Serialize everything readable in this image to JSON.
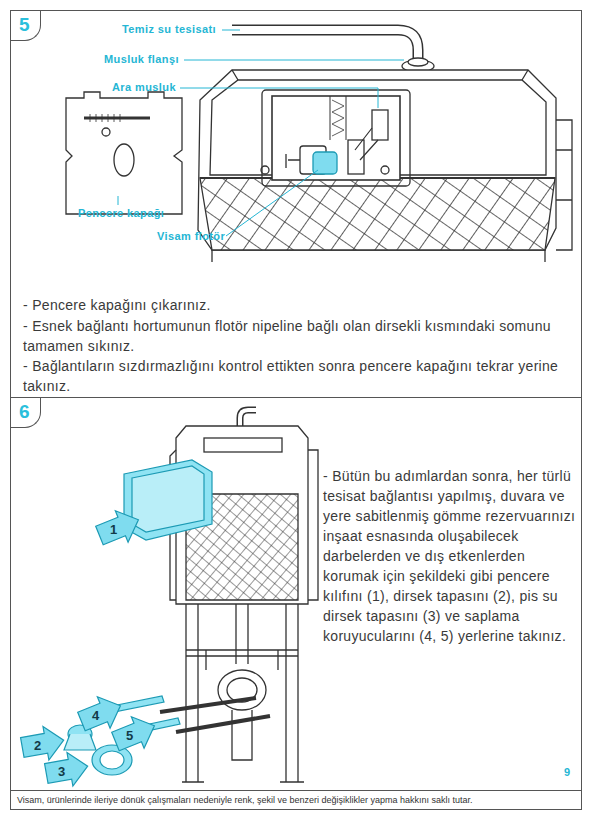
{
  "diagram": {
    "nodes": [
      {
        "text": [
          "- Pencere kapağını çıkarınız.",
          "- Esnek bağlantı hortumunun flotör nipeline bağlı olan dirsekli kısmındaki somunu tamamen sıkınız.",
          "- Bağlantıların sızdırmazlığını kontrol ettikten sonra pencere kapağını tekrar yerine takınız."
        ]
      },
      {
        "text": [
          "5"
        ],
        "in": 0
      },
      {
        "text": [
          "- Bütün bu adımlardan sonra, her türlü tesisat bağlantısı yapılmış, duvara ve yere sabitlenmiş gömme rezervuarınızı inşaat esnasında oluşabilecek darbelerden ve dış etkenlerden korumak için şekildeki gibi pencere kılıfını (1), dirsek tapasını (2), pis su dirsek tapasını (3) ve saplama koruyucularını (4, 5) yerlerine takınız."
        ]
      },
      {
        "text": [
          "6"
        ],
        "in": 2
      },
      {
        "text": [
          "Visam, ürünlerinde ileriye dönük çalışmaları nedeniyle renk, şekil ve benzeri değişiklikler yapma hakkını saklı tutar."
        ]
      }
    ],
    "labels": [
      "Temiz su tesisatı",
      "Musluk flanşı",
      "Ara musluk",
      "Pencere kapağı",
      "Visam flotör",
      "1",
      "4",
      "5",
      "2",
      "3",
      "9"
    ]
  }
}
